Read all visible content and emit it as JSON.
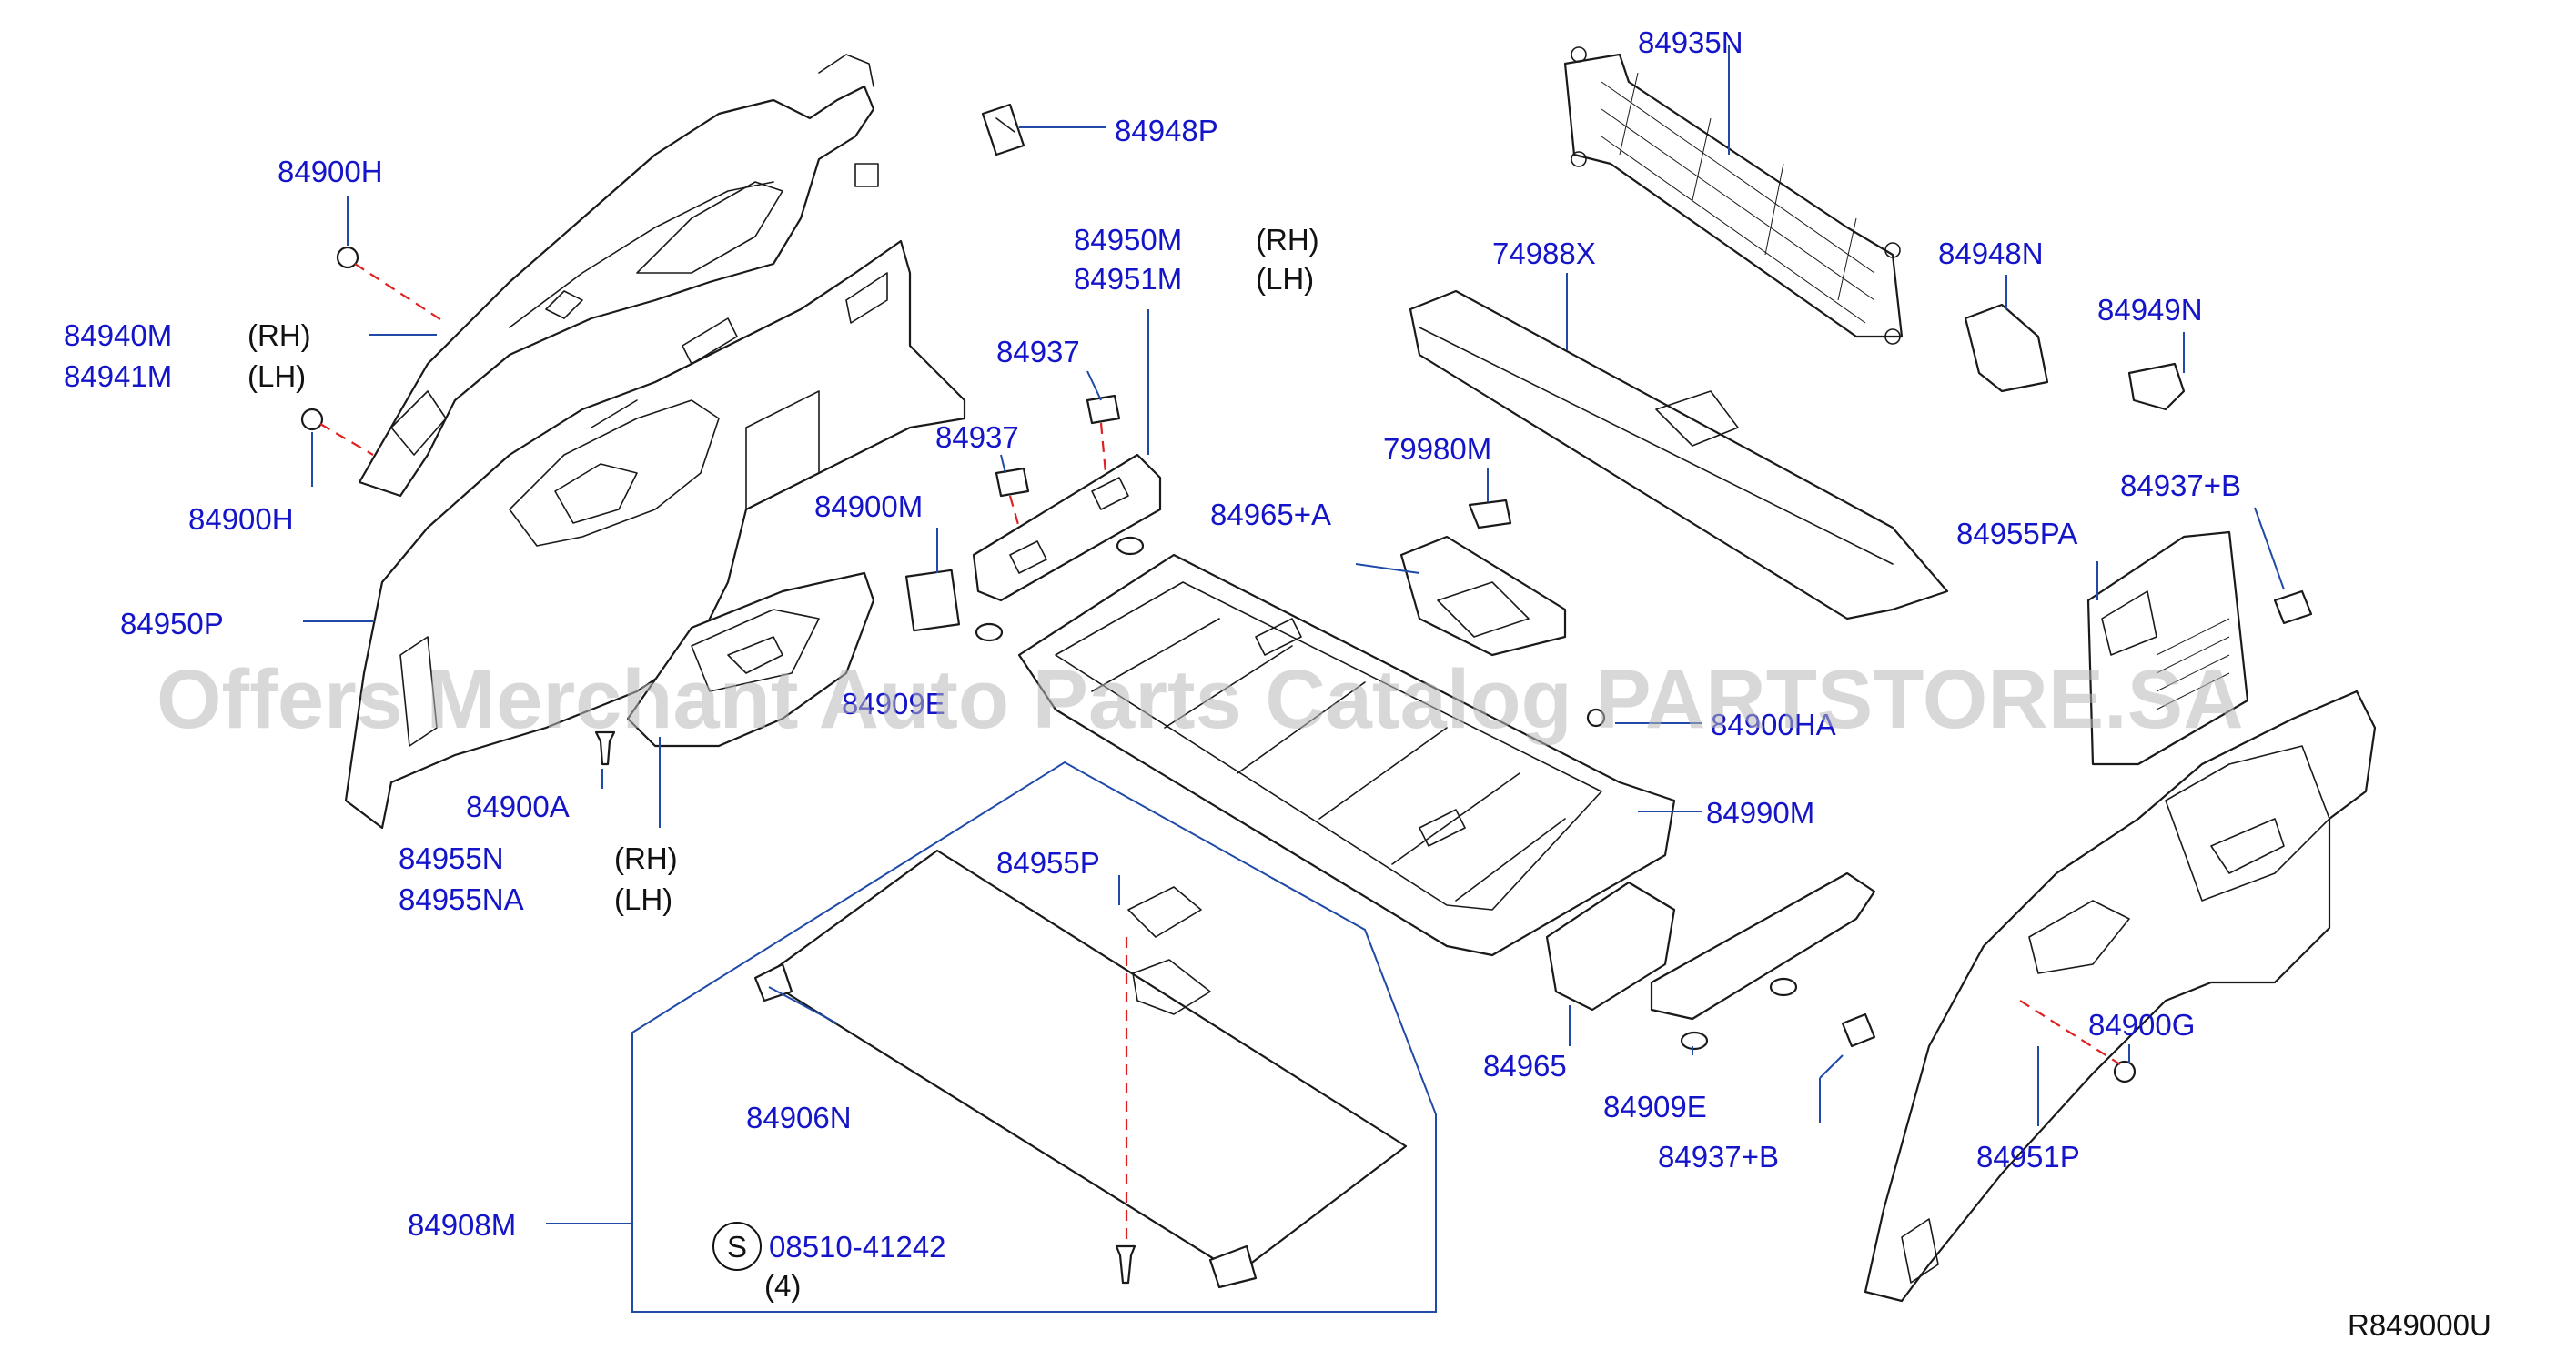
{
  "watermark": "Offers Merchant Auto Parts Catalog PARTSTORE.SA",
  "diagram_ref": "R849000U",
  "symbol_s": "S",
  "labels": {
    "p84900H_top": "84900H",
    "p84940M": "84940M",
    "p84941M": "84941M",
    "p84900H_bot": "84900H",
    "p84950P": "84950P",
    "p84948P": "84948P",
    "p84950M": "84950M",
    "p84951M": "84951M",
    "p84937_a": "84937",
    "p84937_b": "84937",
    "p84900M": "84900M",
    "p84909E_mid": "84909E",
    "p84900A": "84900A",
    "p84955N": "84955N",
    "p84955NA": "84955NA",
    "p84955P": "84955P",
    "p84906N": "84906N",
    "p84908M": "84908M",
    "p08510": "08510-41242",
    "p84935N": "84935N",
    "p74988X": "74988X",
    "p79980M": "79980M",
    "p84965A": "84965+A",
    "p84900HA": "84900HA",
    "p84990M": "84990M",
    "p84965": "84965",
    "p84909E": "84909E",
    "p84937B_bot": "84937+B",
    "p84948N": "84948N",
    "p84949N": "84949N",
    "p84937B_top": "84937+B",
    "p84955PA": "84955PA",
    "p84900G": "84900G",
    "p84951P": "84951P"
  },
  "side": {
    "rh1": "(RH)",
    "lh1": "(LH)",
    "rh2": "(RH)",
    "lh2": "(LH)",
    "rh3": "(RH)",
    "lh3": "(LH)",
    "qty": "(4)"
  },
  "colors": {
    "part_number": "#1414c8",
    "leader": "#1f4aa8",
    "hidden_line": "#e02020",
    "outline": "#1a1a1a"
  }
}
